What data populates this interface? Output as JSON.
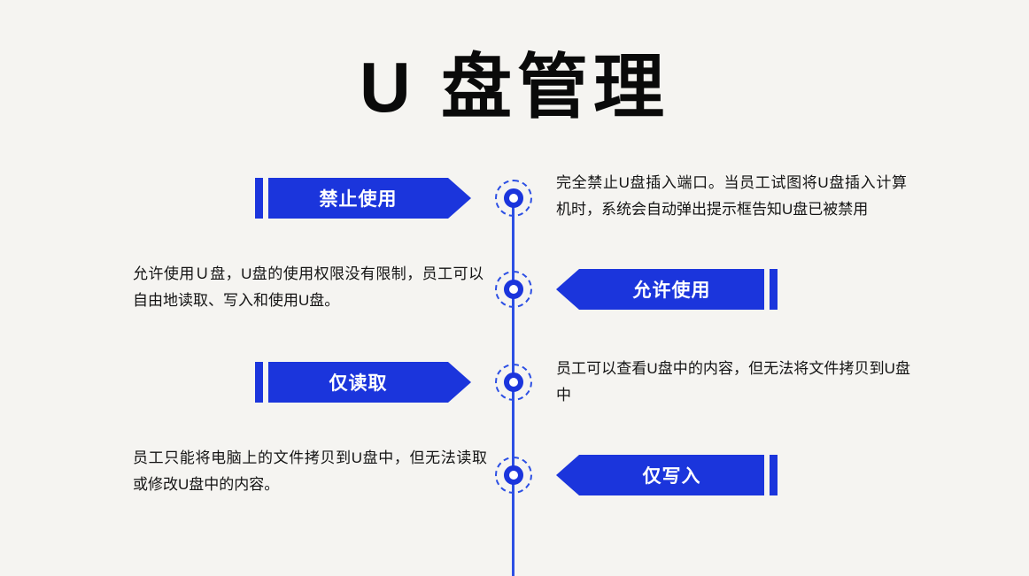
{
  "page": {
    "title": "U 盘管理"
  },
  "theme": {
    "bg": "#f5f4f1",
    "accent": "#1b35dc",
    "line": "#2c4fe4",
    "title": "#0a0a0a",
    "text": "#141414"
  },
  "timeline": {
    "items": [
      {
        "side": "left",
        "label": "禁止使用",
        "description": "完全禁止U盘插入端口。当员工试图将U盘插入计算机时，系统会自动弹出提示框告知U盘已被禁用"
      },
      {
        "side": "right",
        "label": "允许使用",
        "description": "允许使用Ｕ盘，U盘的使用权限没有限制，员工可以自由地读取、写入和使用U盘。"
      },
      {
        "side": "left",
        "label": "仅读取",
        "description": "员工可以查看U盘中的内容，但无法将文件拷贝到U盘中"
      },
      {
        "side": "right",
        "label": "仅写入",
        "description": "员工只能将电脑上的文件拷贝到U盘中，但无法读取或修改U盘中的内容。"
      }
    ]
  }
}
